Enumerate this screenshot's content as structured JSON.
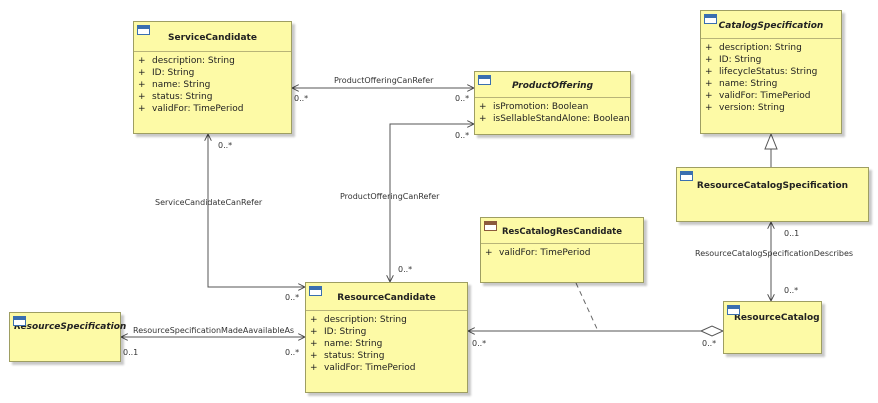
{
  "classes": {
    "service_candidate": {
      "name": "ServiceCandidate",
      "attributes": [
        {
          "vis": "+",
          "text": "description: String"
        },
        {
          "vis": "+",
          "text": "ID: String"
        },
        {
          "vis": "+",
          "text": "name: String"
        },
        {
          "vis": "+",
          "text": "status: String"
        },
        {
          "vis": "+",
          "text": "validFor: TimePeriod"
        }
      ]
    },
    "product_offering": {
      "name": "ProductOffering",
      "attributes": [
        {
          "vis": "+",
          "text": "isPromotion: Boolean"
        },
        {
          "vis": "+",
          "text": "isSellableStandAlone: Boolean"
        }
      ]
    },
    "catalog_specification": {
      "name": "CatalogSpecification",
      "attributes": [
        {
          "vis": "+",
          "text": "description: String"
        },
        {
          "vis": "+",
          "text": "ID: String"
        },
        {
          "vis": "+",
          "text": "lifecycleStatus: String"
        },
        {
          "vis": "+",
          "text": "name: String"
        },
        {
          "vis": "+",
          "text": "validFor: TimePeriod"
        },
        {
          "vis": "+",
          "text": "version: String"
        }
      ]
    },
    "resource_catalog_specification": {
      "name": "ResourceCatalogSpecification"
    },
    "res_catalog_res_candidate": {
      "name": "ResCatalogResCandidate",
      "attributes": [
        {
          "vis": "+",
          "text": "validFor: TimePeriod"
        }
      ]
    },
    "resource_candidate": {
      "name": "ResourceCandidate",
      "attributes": [
        {
          "vis": "+",
          "text": "description: String"
        },
        {
          "vis": "+",
          "text": "ID: String"
        },
        {
          "vis": "+",
          "text": "name: String"
        },
        {
          "vis": "+",
          "text": "status: String"
        },
        {
          "vis": "+",
          "text": "validFor: TimePeriod"
        }
      ]
    },
    "resource_specification": {
      "name": "ResourceSpecification"
    },
    "resource_catalog": {
      "name": "ResourceCatalog"
    }
  },
  "associations": {
    "product_offering_can_refer_top": {
      "label": "ProductOfferingCanRefer",
      "mult_left": "0..*",
      "mult_right": "0..*"
    },
    "service_candidate_can_refer": {
      "label": "ServiceCandidateCanRefer",
      "mult_top": "0..*",
      "mult_bottom": "0..*"
    },
    "product_offering_can_refer_mid": {
      "label": "ProductOfferingCanRefer",
      "mult_top": "0..*",
      "mult_bottom": "0..*"
    },
    "resource_specification_made_available_as": {
      "label": "ResourceSpecificationMadeAavailableAs",
      "mult_left": "0..1",
      "mult_right": "0..*"
    },
    "resource_catalog_specification_describes": {
      "label": "ResourceCatalogSpecificationDescribes",
      "mult_top": "0..1",
      "mult_bottom": "0..*"
    },
    "res_catalog_res_candidate_link": {
      "mult_left": "0..*",
      "mult_right": "0..*"
    }
  }
}
